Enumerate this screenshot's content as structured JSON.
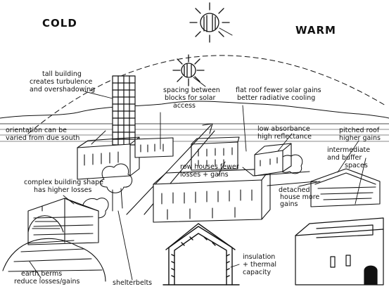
{
  "headings": {
    "cold": "COLD",
    "warm": "WARM"
  },
  "labels": {
    "tall_building_1": "tall building",
    "tall_building_2": "creates turbulence",
    "tall_building_3": "and overshadowing",
    "spacing_1": "spacing between",
    "spacing_2": "blocks for solar",
    "spacing_3": "access",
    "flat_roof_1": "flat roof fewer solar gains",
    "flat_roof_2": "better radiative cooling",
    "orientation_1": "orientation can be",
    "orientation_2": "varied from due south",
    "low_absorbance_1": "low absorbance",
    "low_absorbance_2": "high reflectance",
    "pitched_roof_1": "pitched roof",
    "pitched_roof_2": "higher gains",
    "intermediate_1": "intermediate",
    "intermediate_2": "and buffer",
    "intermediate_3": "spaces",
    "row_houses_1": "row houses fewer",
    "row_houses_2": "losses + gains",
    "complex_1": "complex building shape",
    "complex_2": "has higher losses",
    "detached_1": "detached",
    "detached_2": "house more",
    "detached_3": "gains",
    "insulation_1": "insulation",
    "insulation_2": "+ thermal",
    "insulation_3": "capacity",
    "earth_berms_1": "earth berms",
    "earth_berms_2": "reduce losses/gains",
    "shelterbelts": "shelterbelts"
  },
  "icons": [
    "sun-icon",
    "sun-icon"
  ],
  "colors": {
    "ink": "#111111",
    "paper": "#ffffff"
  }
}
